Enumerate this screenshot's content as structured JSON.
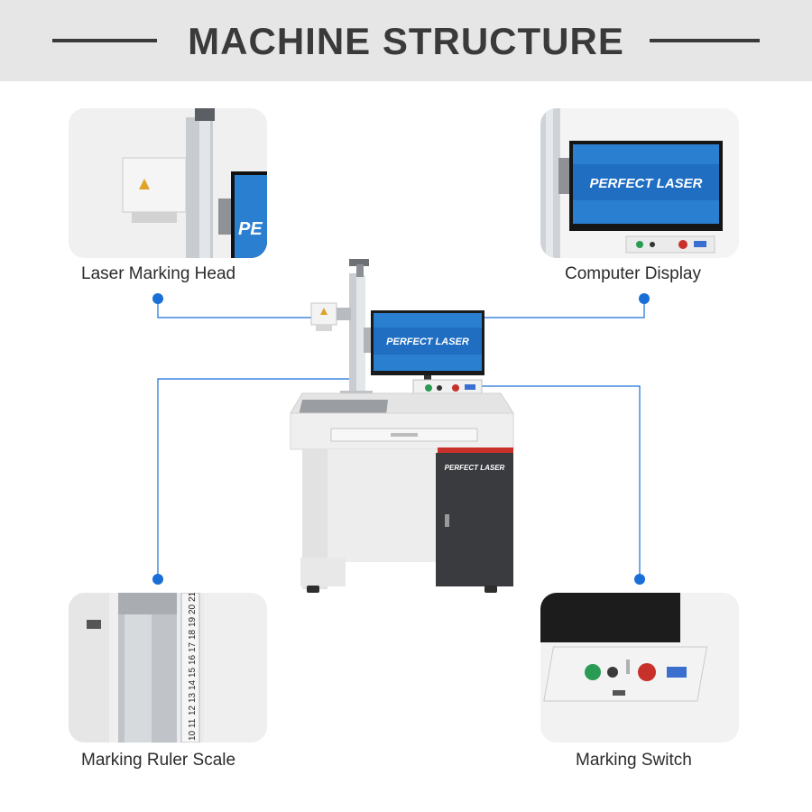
{
  "header": {
    "title": "MACHINE STRUCTURE"
  },
  "callouts": {
    "laser_head": "Laser Marking Head",
    "display": "Computer Display",
    "ruler": "Marking Ruler Scale",
    "switch": "Marking Switch"
  },
  "brand": "PERFECT LASER",
  "ruler_numbers": [
    "21",
    "20",
    "19",
    "18",
    "17",
    "16",
    "15",
    "14",
    "13",
    "12",
    "11",
    "10"
  ],
  "colors": {
    "connector": "#1a6fd6",
    "brand_blue": "#1f7fd1",
    "accent_red": "#c8302a",
    "cabinet_dark": "#3a3b3f"
  }
}
